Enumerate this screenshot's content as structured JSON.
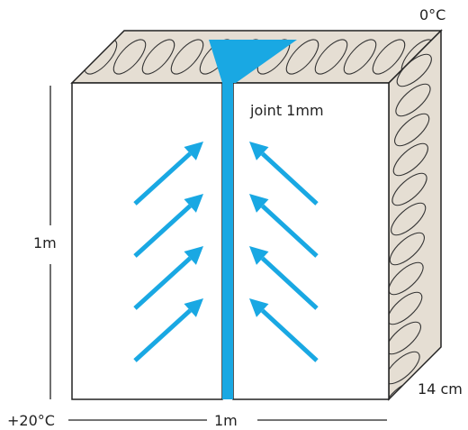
{
  "labels": {
    "temp_cold": "0°C",
    "temp_warm": "+20°C",
    "joint": "joint 1mm",
    "height": "1m",
    "width": "1m",
    "depth": "14 cm"
  },
  "colors": {
    "airflow": "#19a8e3",
    "insulation_fill": "#e5ded3",
    "outline": "#222222",
    "panel": "#ffffff"
  },
  "arrows": {
    "rows_per_side": 4,
    "left_direction": "up-right",
    "right_direction": "up-left",
    "icon": "airflow-arrow-icon"
  }
}
